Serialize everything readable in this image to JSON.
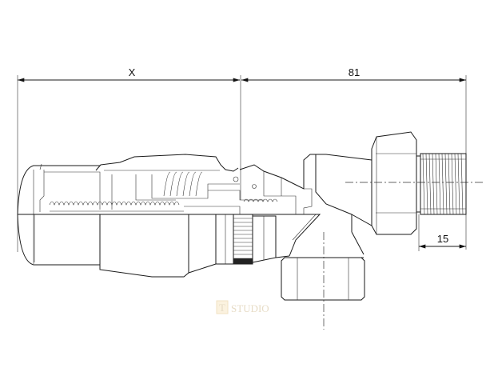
{
  "drawing": {
    "dimensions": [
      {
        "id": "x",
        "label": "X"
      },
      {
        "id": "overall",
        "label": "81"
      },
      {
        "id": "thread",
        "label": "15"
      }
    ],
    "colors": {
      "line": "#1a1a1a",
      "background": "#ffffff",
      "watermark": "#e7dcc6"
    }
  },
  "watermark": {
    "logo_letter": "T",
    "text": "STUDIO"
  }
}
